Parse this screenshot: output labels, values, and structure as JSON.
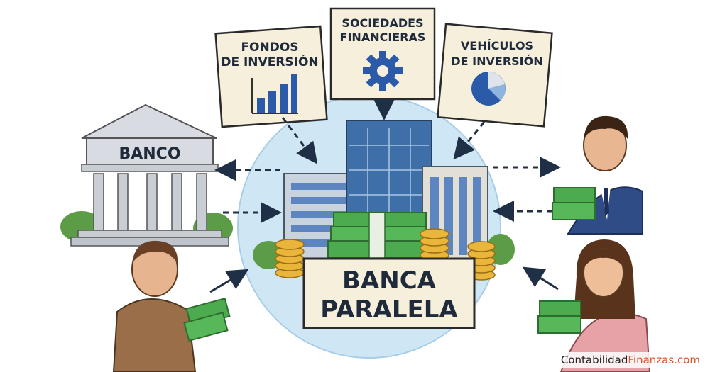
{
  "boxes": {
    "fondos": {
      "line1": "FONDOS",
      "line2": "DE INVERSIÓN"
    },
    "sociedades": {
      "line1": "SOCIEDADES",
      "line2": "FINANCIERAS"
    },
    "vehiculos": {
      "line1": "VEHÍCULOS",
      "line2": "DE INVERSIÓN"
    }
  },
  "bank": {
    "label": "BANCO"
  },
  "center": {
    "line1": "BANCA",
    "line2": "PARALELA"
  },
  "watermark": {
    "part1": "Contabilidad",
    "part2": "Finanzas.com"
  },
  "colors": {
    "circle": "#cfe6f5",
    "money": "#4caa4f",
    "coin": "#e9b53b",
    "label_bg": "#f6efdc",
    "text": "#1f2a3a"
  },
  "icons": [
    "bar-chart-icon",
    "gear-icon",
    "pie-chart-icon",
    "bank-building-icon",
    "arrow-icon"
  ]
}
